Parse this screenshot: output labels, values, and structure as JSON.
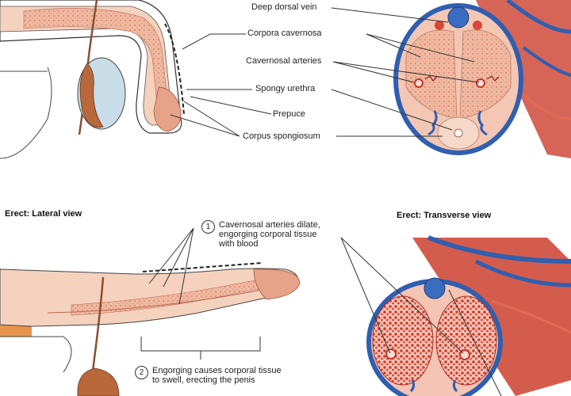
{
  "top_labels": [
    "Deep dorsal vein",
    "Corpora cavernosa",
    "Cavernosal arteries",
    "Spongy urethra",
    "Prepuce",
    "Corpus spongiosum"
  ],
  "erect_lateral_title": "Erect: Lateral view",
  "erect_transverse_title": "Erect: Transverse view",
  "step1": {
    "number": "1",
    "lines": [
      "Cavernosal arteries dilate,",
      "engorging corporal tissue",
      "with blood"
    ]
  },
  "step2": {
    "number": "2",
    "lines": [
      "Engorging causes corporal tissue",
      "to swell, erecting the penis"
    ]
  },
  "colors": {
    "flesh": "#f1c6b0",
    "tissue": "#e9a48c",
    "vein_blue": "#2f5fb0",
    "artery_red": "#c8342b",
    "scrotum_brown": "#b8683a",
    "testis_blue": "#c9dde8",
    "fat_yellow": "#f3d27a",
    "erect_red": "#d8473a"
  }
}
